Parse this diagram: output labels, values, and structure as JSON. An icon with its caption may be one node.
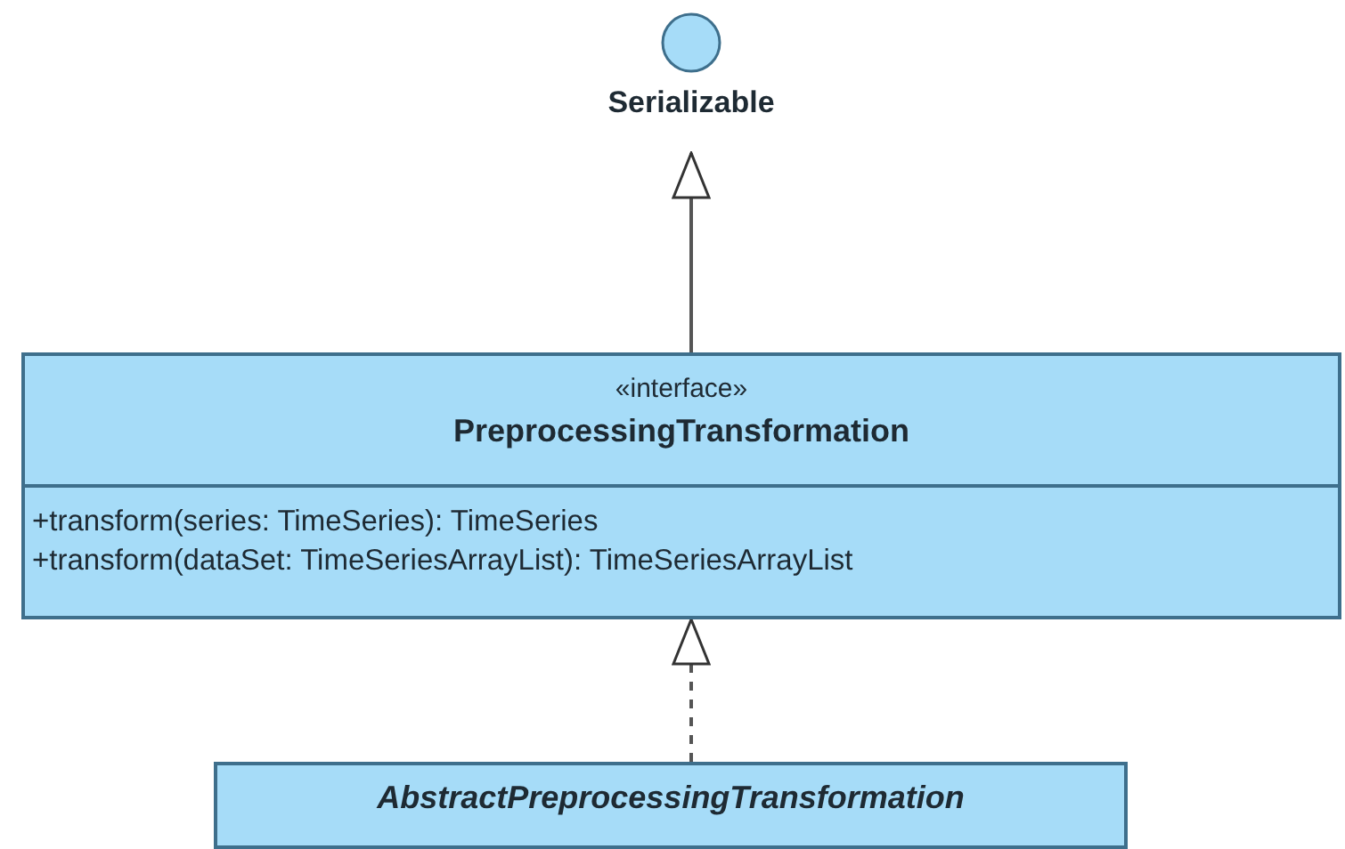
{
  "diagram": {
    "nodes": [
      {
        "text": [
          "Serializable"
        ]
      },
      {
        "text": [
          "«interface»",
          "PreprocessingTransformation",
          "+transform(series: TimeSeries): TimeSeries",
          "+transform(dataSet: TimeSeriesArrayList): TimeSeriesArrayList"
        ]
      },
      {
        "text": [
          "AbstractPreprocessingTransformation"
        ]
      }
    ],
    "edges": [
      {
        "from": 1,
        "to": 0,
        "arrow": "to"
      },
      {
        "from": 2,
        "to": 1,
        "arrow": "to",
        "style": "dashed"
      }
    ]
  }
}
